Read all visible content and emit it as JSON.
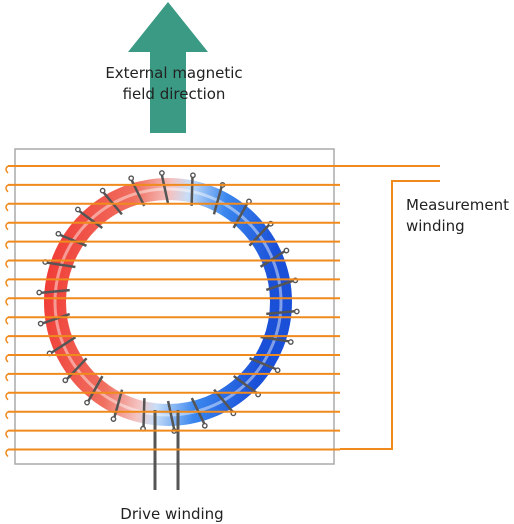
{
  "labels": {
    "field_direction_line1": "External magnetic",
    "field_direction_line2": "field direction",
    "measurement_line1": "Measurement",
    "measurement_line2": "winding",
    "drive": "Drive winding"
  },
  "colors": {
    "arrow": "#3a9a84",
    "measurement_winding": "#f08a1c",
    "drive_winding": "#555555",
    "core_red": "#ee3030",
    "core_blue": "#1e5fe0",
    "frame": "#aaaaaa"
  },
  "icons": {
    "field_arrow": "up-arrow-icon"
  }
}
